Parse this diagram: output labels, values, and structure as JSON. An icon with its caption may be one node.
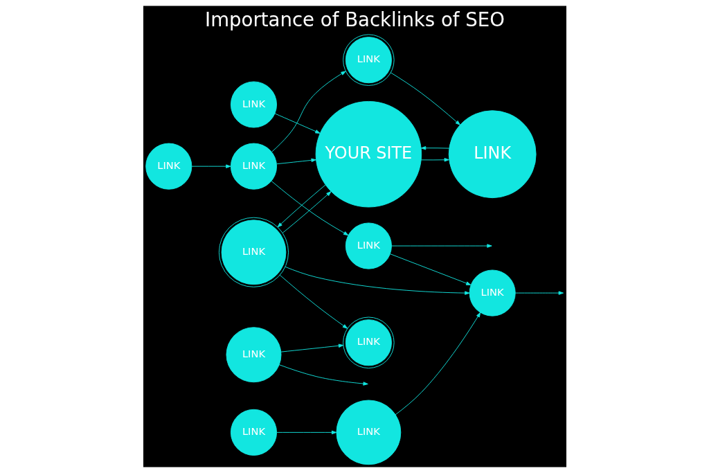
{
  "diagram": {
    "title": "Importance of Backlinks of SEO",
    "nodes": [
      {
        "text": [
          "LINK"
        ]
      },
      {
        "text": [
          "LINK"
        ]
      },
      {
        "text": [
          "LINK"
        ]
      },
      {
        "text": [
          "YOUR SITE"
        ]
      },
      {
        "text": [
          "LINK"
        ]
      },
      {
        "text": [
          "LINK"
        ]
      },
      {
        "text": [
          "LINK"
        ]
      },
      {
        "text": [
          "LINK"
        ]
      },
      {
        "text": [
          "LINK"
        ]
      },
      {
        "text": [
          "LINK"
        ]
      },
      {
        "text": [
          "LINK"
        ]
      },
      {
        "text": [
          "LINK"
        ]
      },
      {
        "text": [
          "LINK"
        ]
      }
    ],
    "edges": [
      {
        "from": 0,
        "to": 7,
        "arrow": "to"
      },
      {
        "from": 0,
        "to": null,
        "arrow": "to"
      },
      {
        "from": 7,
        "to": null,
        "arrow": "to"
      },
      {
        "from": 1,
        "to": 2,
        "arrow": "to"
      },
      {
        "from": 2,
        "to": 0,
        "arrow": "to"
      },
      {
        "from": 2,
        "to": 3,
        "arrow": "to"
      },
      {
        "from": 2,
        "to": 4,
        "arrow": "to"
      },
      {
        "from": 4,
        "to": 5,
        "arrow": "to"
      },
      {
        "from": 3,
        "to": 5,
        "arrow": "to"
      },
      {
        "from": 5,
        "to": 3,
        "arrow": "to"
      },
      {
        "from": 6,
        "to": 3,
        "arrow": "to"
      },
      {
        "from": 3,
        "to": 10,
        "arrow": "to"
      },
      {
        "from": 10,
        "to": 3,
        "arrow": "to"
      },
      {
        "from": 10,
        "to": 7,
        "arrow": "to"
      },
      {
        "from": 9,
        "to": 7,
        "arrow": "to"
      },
      {
        "from": 8,
        "to": 9,
        "arrow": "to"
      },
      {
        "from": 10,
        "to": 11,
        "arrow": "to"
      },
      {
        "from": 12,
        "to": 11,
        "arrow": "to"
      },
      {
        "from": 12,
        "to": null,
        "arrow": "to"
      }
    ]
  }
}
